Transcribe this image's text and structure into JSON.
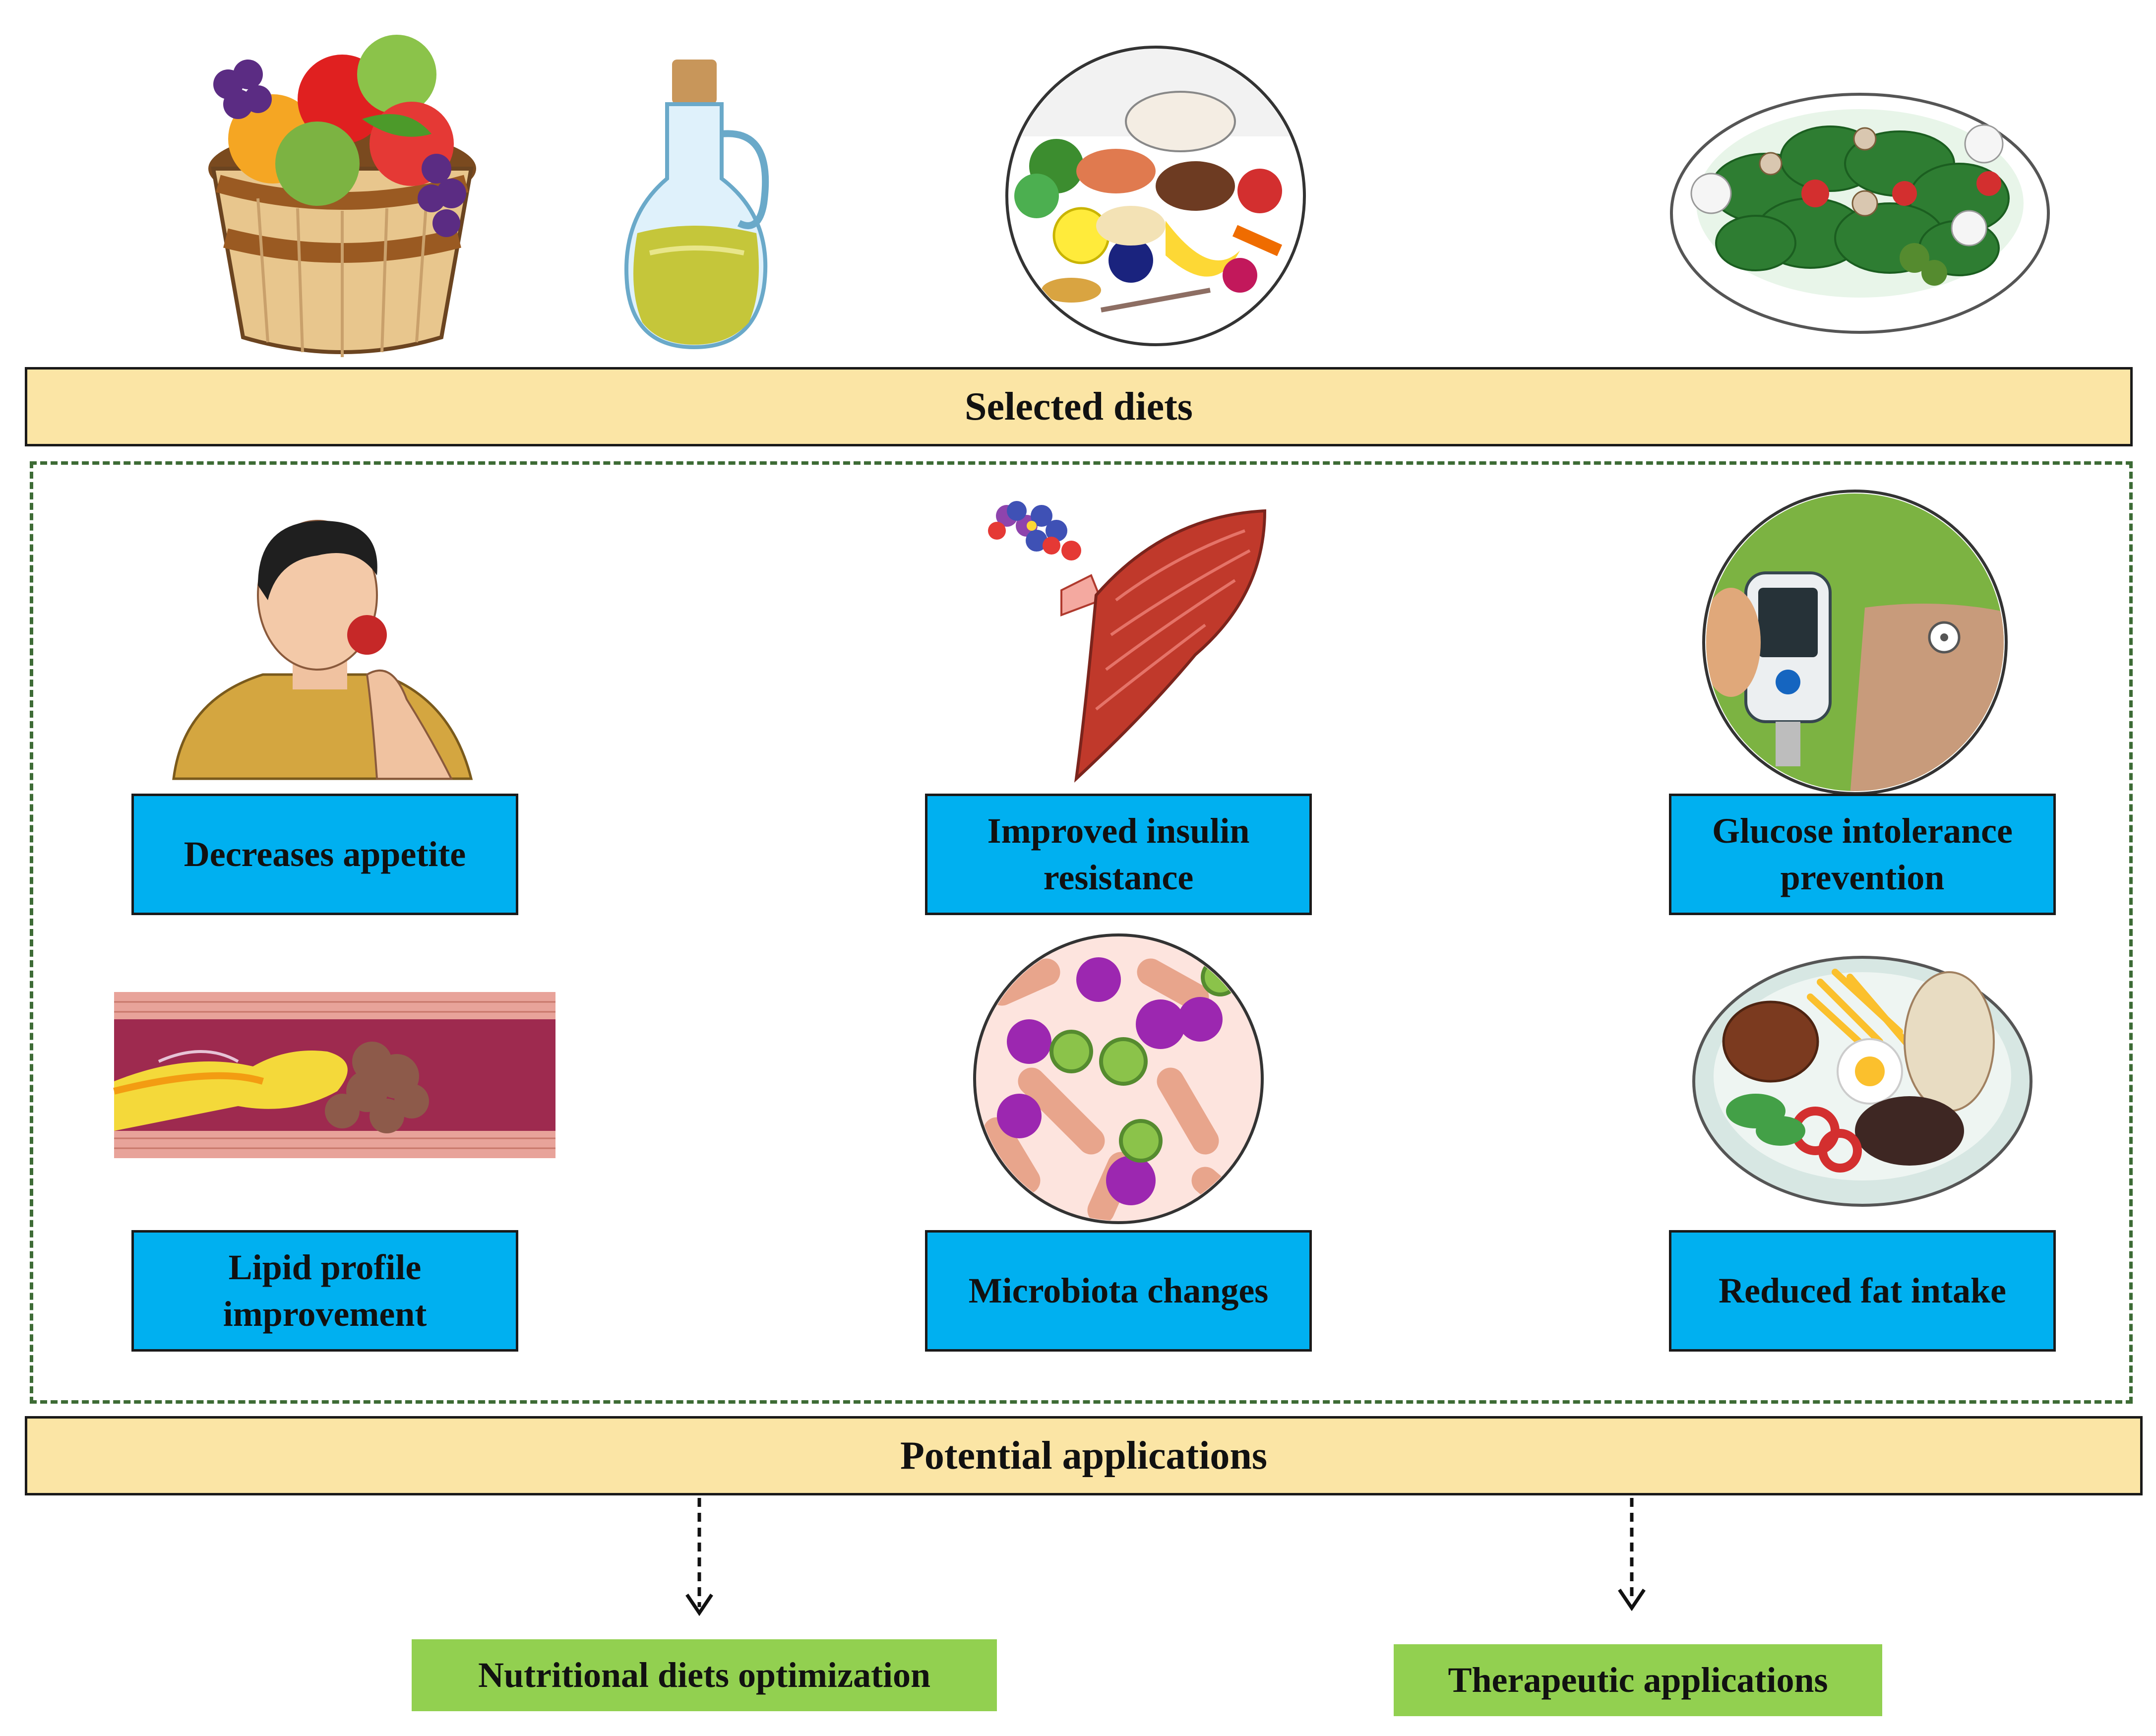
{
  "header": {
    "selected_diets_label": "Selected diets"
  },
  "effects": [
    {
      "label": "Decreases appetite",
      "icon": "man-eating-apple-icon"
    },
    {
      "label": "Improved insulin resistance",
      "icon": "muscle-insulin-icon"
    },
    {
      "label": "Glucose intolerance prevention",
      "icon": "glucose-meter-icon"
    },
    {
      "label": "Lipid profile improvement",
      "icon": "artery-plaque-icon"
    },
    {
      "label": "Microbiota changes",
      "icon": "microbiota-icon"
    },
    {
      "label": "Reduced fat intake",
      "icon": "plate-meal-icon"
    }
  ],
  "diet_icons": [
    "fruit-basket-icon",
    "olive-oil-bottle-icon",
    "balanced-food-plate-icon",
    "salad-plate-icon"
  ],
  "footer": {
    "potential_applications_label": "Potential applications"
  },
  "applications": [
    {
      "label": "Nutritional diets optimization"
    },
    {
      "label": "Therapeutic applications"
    }
  ],
  "colors": {
    "band": "#fbe5a5",
    "effect_box": "#00b0f0",
    "application_box": "#92d050",
    "dashed_border": "#3d6b35"
  }
}
